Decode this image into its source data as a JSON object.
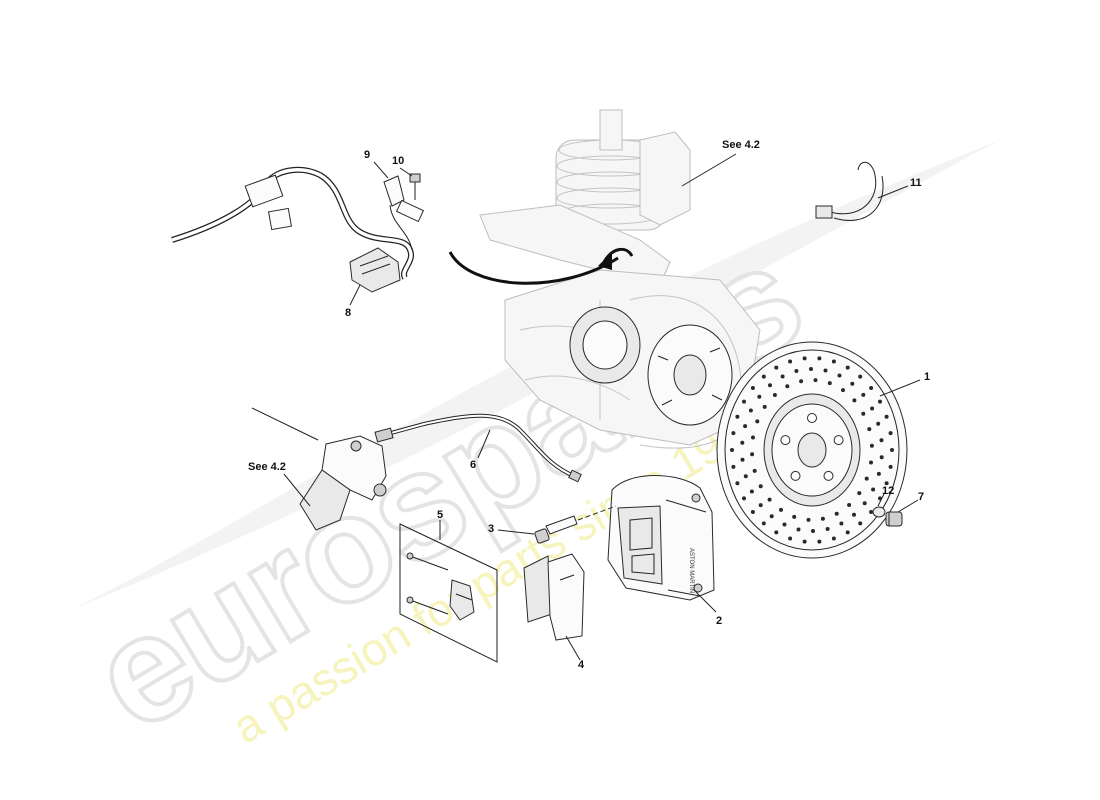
{
  "diagram": {
    "callouts": [
      {
        "id": "1",
        "text": "1"
      },
      {
        "id": "2",
        "text": "2"
      },
      {
        "id": "3",
        "text": "3"
      },
      {
        "id": "4",
        "text": "4"
      },
      {
        "id": "5",
        "text": "5"
      },
      {
        "id": "6",
        "text": "6"
      },
      {
        "id": "7",
        "text": "7"
      },
      {
        "id": "8",
        "text": "8"
      },
      {
        "id": "9",
        "text": "9"
      },
      {
        "id": "10",
        "text": "10"
      },
      {
        "id": "11",
        "text": "11"
      },
      {
        "id": "12",
        "text": "12"
      }
    ],
    "references": [
      {
        "id": "see-top",
        "text": "See  4.2"
      },
      {
        "id": "see-left",
        "text": "See  4.2"
      }
    ]
  },
  "watermark": {
    "brand": "eurospares",
    "tagline": "a passion for parts since 1985"
  }
}
